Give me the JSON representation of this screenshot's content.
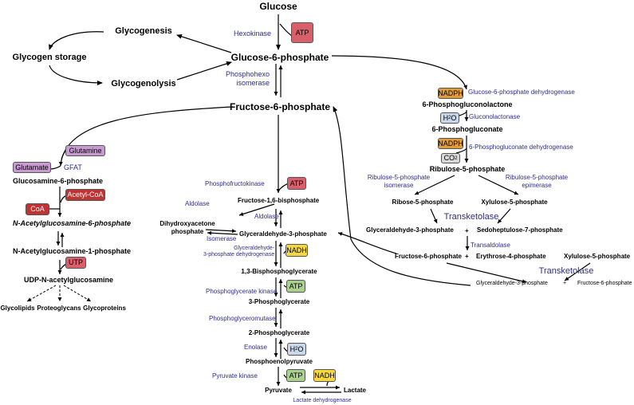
{
  "metabolites": {
    "glucose": "Glucose",
    "glycogenesis": "Glycogenesis",
    "glycogen_storage": "Glycogen storage",
    "glycogenolysis": "Glycogenolysis",
    "g6p": "Glucose-6-phosphate",
    "f6p": "Fructose-6-phosphate",
    "pgl": "6-Phosphogluconolactone",
    "pg": "6-Phosphogluconate",
    "ru5p": "Ribulose-5-phosphate",
    "r5p": "Ribose-5-phosphate",
    "xu5p": "Xylulose-5-phosphate",
    "gap_ppp": "Glyceraldehyde-3-phosphate",
    "plus1": "+",
    "s7p": "Sedoheptulose-7-phosphate",
    "f6p_ppp": "Fructose-6-phosphate",
    "plus2": "+",
    "e4p": "Erythrose-4-phosphate",
    "xu5p2": "Xylulose-5-phosphate",
    "gap_ppp2": "Glyceraldehyde-3-phosphate",
    "plus3": "+",
    "f6p_ppp2": "Fructose-6-phosphate",
    "glcn6p": "Glucosamine-6-phosphate",
    "glcnac6p": "N-Acetylglucosamine-6-phosphate",
    "glcnac1p": "N-Acetylglucosamine-1-phosphate",
    "udpglcnac": "UDP-N-acetylglucosamine",
    "glycolipids": "Glycolipids",
    "proteoglycans": "Proteoglycans",
    "glycoproteins": "Glycoproteins",
    "f16bp": "Fructose-1,6-bisphosphate",
    "dhap": "Dihydroxyacetone\nphosphate",
    "gap": "Glyceraldehyde-3-phosphate",
    "bpg13": "1,3-Bisphosphoglycerate",
    "pg3": "3-Phosphoglycerate",
    "pg2": "2-Phosphoglycerate",
    "pep": "Phosphoenolpyruvate",
    "pyruvate": "Pyruvate",
    "lactate": "Lactate"
  },
  "enzymes": {
    "hexokinase": "Hexokinase",
    "pgi": "Phosphohexo\nisomerase",
    "g6pdh": "Glucose-6-phosphate dehydrogenase",
    "gluconolactonase": "Gluconolactonase",
    "pgdh": "6-Phosphogluconate dehydrogenase",
    "rpi": "Ribulose-5-phosphate\nisomerase",
    "rpe": "Ribulose-5-phosphate\nepimerase",
    "transketolase1": "Transketolase",
    "transaldolase": "Transaldolase",
    "transketolase2": "Transketolase",
    "gfat": "GFAT",
    "pfk": "Phosphofructokinase",
    "aldolase1": "Aldolase",
    "aldolase2": "Aldolase",
    "isomerase": "Isomerase",
    "gapdh": "Glyceraldehyde-\n3-phosphate dehydrogenase",
    "pgk": "Phosphoglycerate kinase",
    "pgm": "Phosphoglyceromutase",
    "enolase": "Enolase",
    "pk": "Pyruvate kinase",
    "ldh": "Lactate dehydrogenase"
  },
  "cofactors": {
    "atp_hk": "ATP",
    "nadph1": "NADPH",
    "h2o_ppp": "H",
    "h2o_ppp_sub": "2",
    "h2o_ppp_o": "O",
    "nadph2": "NADPH",
    "co2": "CO",
    "co2_sub": "2",
    "glutamine": "Glutamine",
    "glutamate": "Glutamate",
    "acetylcoa": "Acetyl-CoA",
    "coa": "CoA",
    "utp": "UTP",
    "atp_pfk": "ATP",
    "nadh_gapdh": "NADH",
    "atp_pgk": "ATP",
    "h2o_eno": "H",
    "h2o_eno_sub": "2",
    "h2o_eno_o": "O",
    "atp_pk": "ATP",
    "nadh_ldh": "NADH"
  },
  "colors": {
    "atp": "#d9606b",
    "nadh": "#f5d742",
    "nadph": "#e09c3a",
    "glutamine": "#c89ad0",
    "acetylcoa": "#c03333",
    "water": "#c9d8ea",
    "co2": "#d8d8d8",
    "atp_green": "#a9d08e",
    "enzyme_text": "#2e2e8a"
  }
}
